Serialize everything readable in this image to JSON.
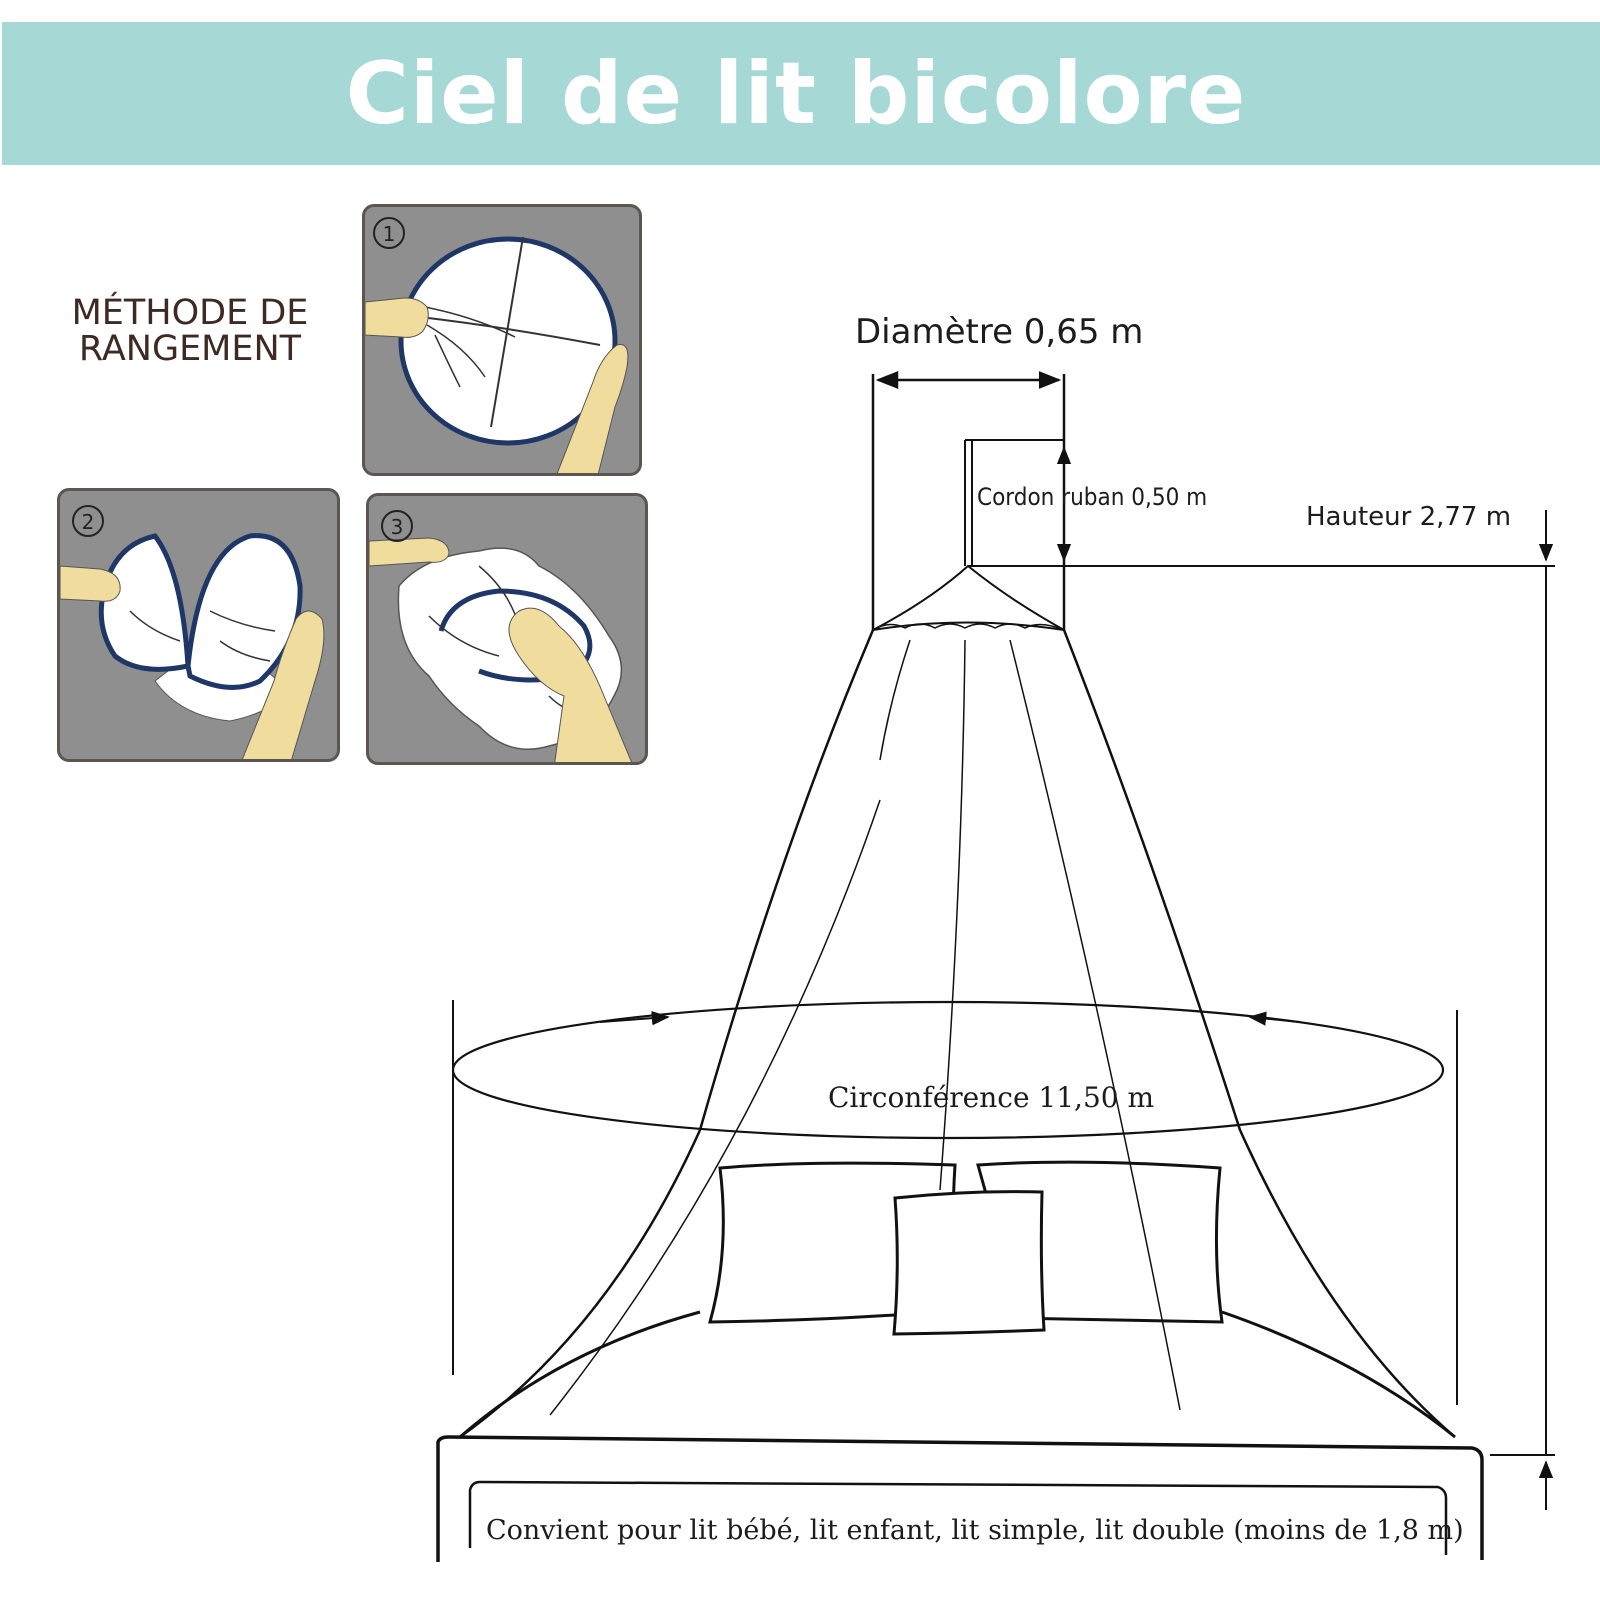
{
  "banner": {
    "title": "Ciel de lit bicolore",
    "color": "#a6d9d6"
  },
  "storage": {
    "title_line1": "MÉTHODE DE",
    "title_line2": "RANGEMENT",
    "steps": [
      {
        "number": "1"
      },
      {
        "number": "2"
      },
      {
        "number": "3"
      }
    ],
    "panel_color": "#8f8f8f",
    "hand_color": "#f0dc9c",
    "hoop_color": "#1f3766"
  },
  "dimensions": {
    "diameter": "Diamètre 0,65 m",
    "cord": "Cordon ruban 0,50 m",
    "height": "Hauteur 2,77 m",
    "circumference": "Circonférence 11,50 m"
  },
  "suitability": "Convient pour lit bébé, lit enfant, lit simple, lit double (moins de 1,8 m)"
}
